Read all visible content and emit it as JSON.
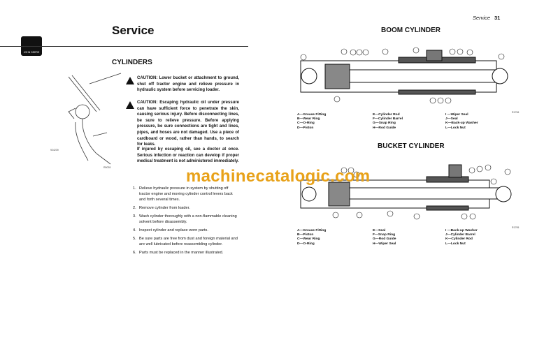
{
  "left_page": {
    "logo_text": "JOHN DEERE",
    "title": "Service",
    "section": "CYLINDERS",
    "figure_code": "924239",
    "figure_ref": "R5028",
    "caution1": "CAUTION: Lower bucket or attachment to ground, shut off tractor engine and relieve pressure in hydraulic system before servicing loader.",
    "caution2": "CAUTION: Escaping hydraulic oil under pressure can have sufficient force to penetrate the skin, causing serious injury. Before disconnecting lines, be sure to relieve pressure. Before applying pressure, be sure connections are tight and lines, pipes, and hoses are not damaged. Use a piece of cardboard or wood, rather than hands, to search for leaks.",
    "injury_note": "If injured by escaping oil, see a doctor at once. Serious infection or reaction can develop if proper medical treatment is not administered immediately.",
    "steps": [
      {
        "n": "1.",
        "text": "Relieve hydraulic pressure in system by shutting off tractor engine and moving cylinder control levers back and forth several times."
      },
      {
        "n": "2.",
        "text": "Remove cylinder from loader."
      },
      {
        "n": "3.",
        "text": "Wash cylinder thoroughly with a non-flammable cleaning solvent before disassembly."
      },
      {
        "n": "4.",
        "text": "Inspect cylinder and replace worn parts."
      },
      {
        "n": "5.",
        "text": "Be sure parts are free from dust and foreign material and are well lubricated before reassembling cylinder."
      },
      {
        "n": "6.",
        "text": "Parts must be replaced in the manner illustrated."
      }
    ]
  },
  "right_page": {
    "header_section": "Service",
    "page_number": "31",
    "boom": {
      "title": "BOOM CYLINDER",
      "figure_ref": "R1796",
      "legend": [
        [
          "A—Grease Fitting",
          "B—Wear Ring",
          "C—O-Ring",
          "D—Piston"
        ],
        [
          "E—Cylinder Rod",
          "F—Cylinder Barrel",
          "G—Snap Ring",
          "H—Rod Guide"
        ],
        [
          "I —Wiper Seal",
          "J—Seal",
          "K—Back-up Washer",
          "L—Lock Nut"
        ]
      ]
    },
    "bucket": {
      "title": "BUCKET CYLINDER",
      "figure_ref": "R1795",
      "legend": [
        [
          "A—Grease Fitting",
          "B—Piston",
          "C—Wear Ring",
          "D—O-Ring"
        ],
        [
          "E—Seal",
          "F—Snap Ring",
          "G—Rod Guide",
          "H—Wiper Seal"
        ],
        [
          "I —Back-up Washer",
          "J—Cylinder Barrel",
          "K—Cylinder Rod",
          "L—Lock Nut"
        ]
      ]
    }
  },
  "watermark": "machinecatalogic.com",
  "colors": {
    "watermark": "#e8a21a"
  }
}
